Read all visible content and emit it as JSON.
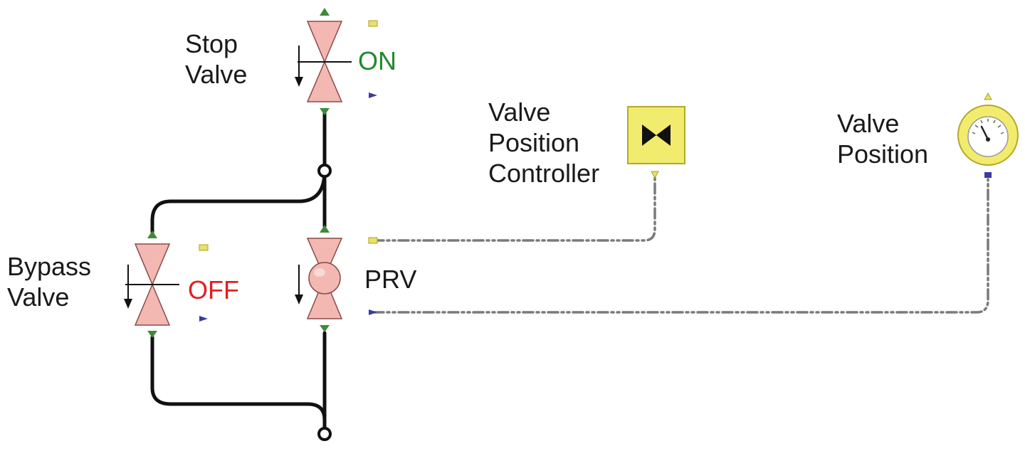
{
  "labels": {
    "stop_valve": [
      "Stop",
      "Valve"
    ],
    "bypass_valve": [
      "Bypass",
      "Valve"
    ],
    "prv": "PRV",
    "valve_position_controller": [
      "Valve",
      "Position",
      "Controller"
    ],
    "valve_position": [
      "Valve",
      "Position"
    ]
  },
  "states": {
    "stop_valve": "ON",
    "bypass_valve": "OFF"
  },
  "colors": {
    "state_on": "#1f8a2a",
    "state_off": "#e02020",
    "valve_fill": "#f4b8b3",
    "controller_fill": "#f2ec6e",
    "gauge_fill": "#f2ec6e",
    "pipe": "#111111",
    "signal": "#7a7a7a"
  },
  "icons": {
    "stop_valve": "gate-valve-icon",
    "bypass_valve": "gate-valve-icon",
    "prv": "pressure-reducing-valve-icon",
    "controller": "bowtie-valve-icon",
    "gauge": "dial-gauge-icon",
    "flow_direction": "down-arrow-icon"
  }
}
